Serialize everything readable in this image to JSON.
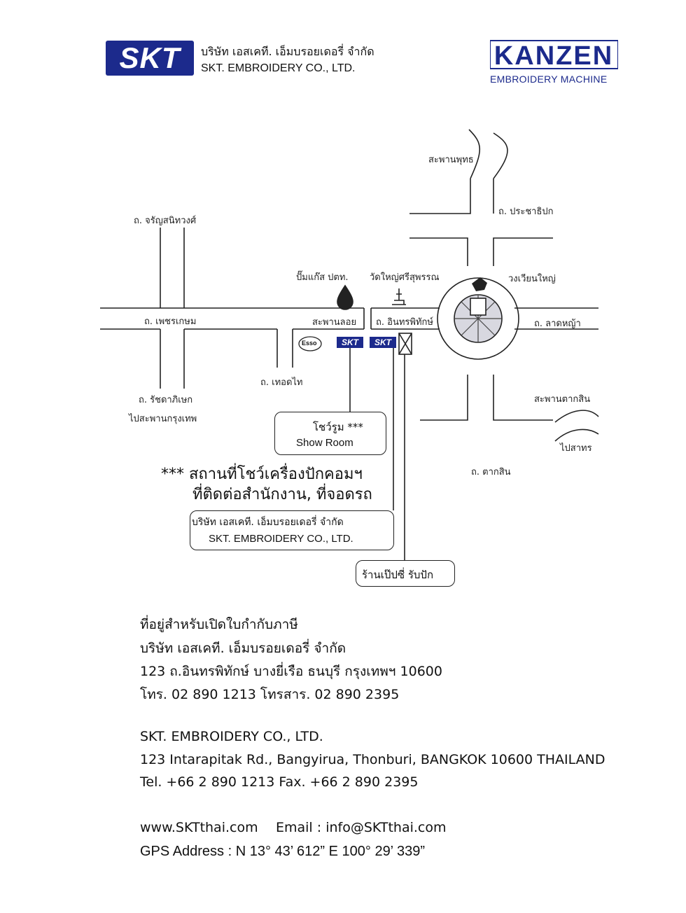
{
  "header": {
    "skt_logo": "SKT",
    "company_th": "บริษัท เอสเคที. เอ็มบรอยเดอรี่ จำกัด",
    "company_en": "SKT. EMBROIDERY CO., LTD.",
    "kanzen_logo": "KANZEN",
    "kanzen_sub": "EMBROIDERY MACHINE"
  },
  "map": {
    "labels": {
      "saphan_phut": "สะพานพุทธ",
      "prachathipok": "ถ. ประชาธิปก",
      "charansanitwong": "ถ. จรัญสนิทวงศ์",
      "pam_gas": "ปั๊มแก๊ส ปตท.",
      "wat_yai": "วัดใหญ่ศรีสุพรรณ",
      "wongwian_yai": "วงเวียนใหญ่",
      "phetkasem": "ถ. เพชรเกษม",
      "saphan_loi": "สะพานลอย",
      "intharaphitak": "ถ. อินทรพิทักษ์",
      "lat_ya": "ถ. ลาดหญ้า",
      "thoet_thai": "ถ. เทอดไท",
      "ratchaphisek": "ถ. รัชดาภิเษก",
      "to_krungthep_bridge": "ไปสะพานกรุงเทพ",
      "saphan_taksin": "สะพานตากสิน",
      "to_sathorn": "ไปสาทร",
      "taksin_rd": "ถ. ตากสิน",
      "esso": "Esso",
      "skt_badge_1": "SKT",
      "skt_badge_2": "SKT"
    },
    "showroom_th": "โชว์รูม ***",
    "showroom_en": "Show Room",
    "notice_line1": "*** สถานที่โชว์เครื่องปักคอมฯ",
    "notice_line2": "ที่ติดต่อสำนักงาน, ที่จอดรถ",
    "office_th": "บริษัท เอสเคที. เอ็มบรอยเดอรี่ จำกัด",
    "office_en": "SKT. EMBROIDERY CO., LTD.",
    "shop": "ร้านเป๊ปซี่ รับปัก"
  },
  "address": {
    "th_title": "ที่อยู่สำหรับเปิดใบกำกับภาษี",
    "th_company": "บริษัท เอสเคที. เอ็มบรอยเดอรี่ จำกัด",
    "th_address": "123 ถ.อินทรพิทักษ์ บางยี่เรือ ธนบุรี กรุงเทพฯ 10600",
    "th_phone": "โทร. 02 890 1213 โทรสาร. 02 890 2395",
    "en_company": "SKT. EMBROIDERY CO., LTD.",
    "en_address": "123 Intarapitak Rd., Bangyirua, Thonburi, BANGKOK 10600 THAILAND",
    "en_phone": "Tel. +66 2 890 1213 Fax. +66 2 890 2395",
    "web": "www.SKTthai.com",
    "email": "Email : info@SKTthai.com",
    "gps": "GPS Address : N 13°  43’ 612” E 100°  29’ 339”"
  },
  "colors": {
    "brand_blue": "#1c2a8c",
    "road": "#222222",
    "circle_fill": "#d8d8e0"
  }
}
